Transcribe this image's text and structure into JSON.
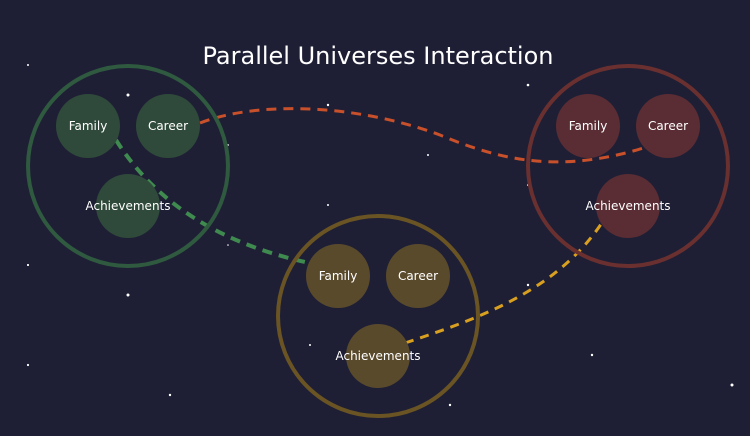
{
  "title": "Parallel Universes Interaction",
  "colors": {
    "background": "#1e1f35",
    "star": "#ffffff",
    "green": "#2f4a3a",
    "green_stroke": "#2f5a3f",
    "green_link": "#3f8a4f",
    "red": "#5a2c33",
    "red_stroke": "#6a3030",
    "red_link": "#c8502a",
    "gold": "#5a4a2c",
    "gold_stroke": "#6a5424",
    "gold_link": "#d9a020"
  },
  "universes": [
    {
      "id": "universe-green",
      "color": "green",
      "nodes": [
        {
          "id": "family",
          "label": "Family"
        },
        {
          "id": "career",
          "label": "Career"
        },
        {
          "id": "achievements",
          "label": "Achievements"
        }
      ]
    },
    {
      "id": "universe-red",
      "color": "red",
      "nodes": [
        {
          "id": "family",
          "label": "Family"
        },
        {
          "id": "career",
          "label": "Career"
        },
        {
          "id": "achievements",
          "label": "Achievements"
        }
      ]
    },
    {
      "id": "universe-gold",
      "color": "gold",
      "nodes": [
        {
          "id": "family",
          "label": "Family"
        },
        {
          "id": "career",
          "label": "Career"
        },
        {
          "id": "achievements",
          "label": "Achievements"
        }
      ]
    }
  ],
  "links": [
    {
      "from": "universe-green.career",
      "to": "universe-red.career",
      "color": "red_link",
      "style": "dashed"
    },
    {
      "from": "universe-green.family",
      "to": "universe-gold.family",
      "color": "green_link",
      "style": "dashed"
    },
    {
      "from": "universe-gold.achievements",
      "to": "universe-red.achievements",
      "color": "gold_link",
      "style": "dashed"
    }
  ]
}
